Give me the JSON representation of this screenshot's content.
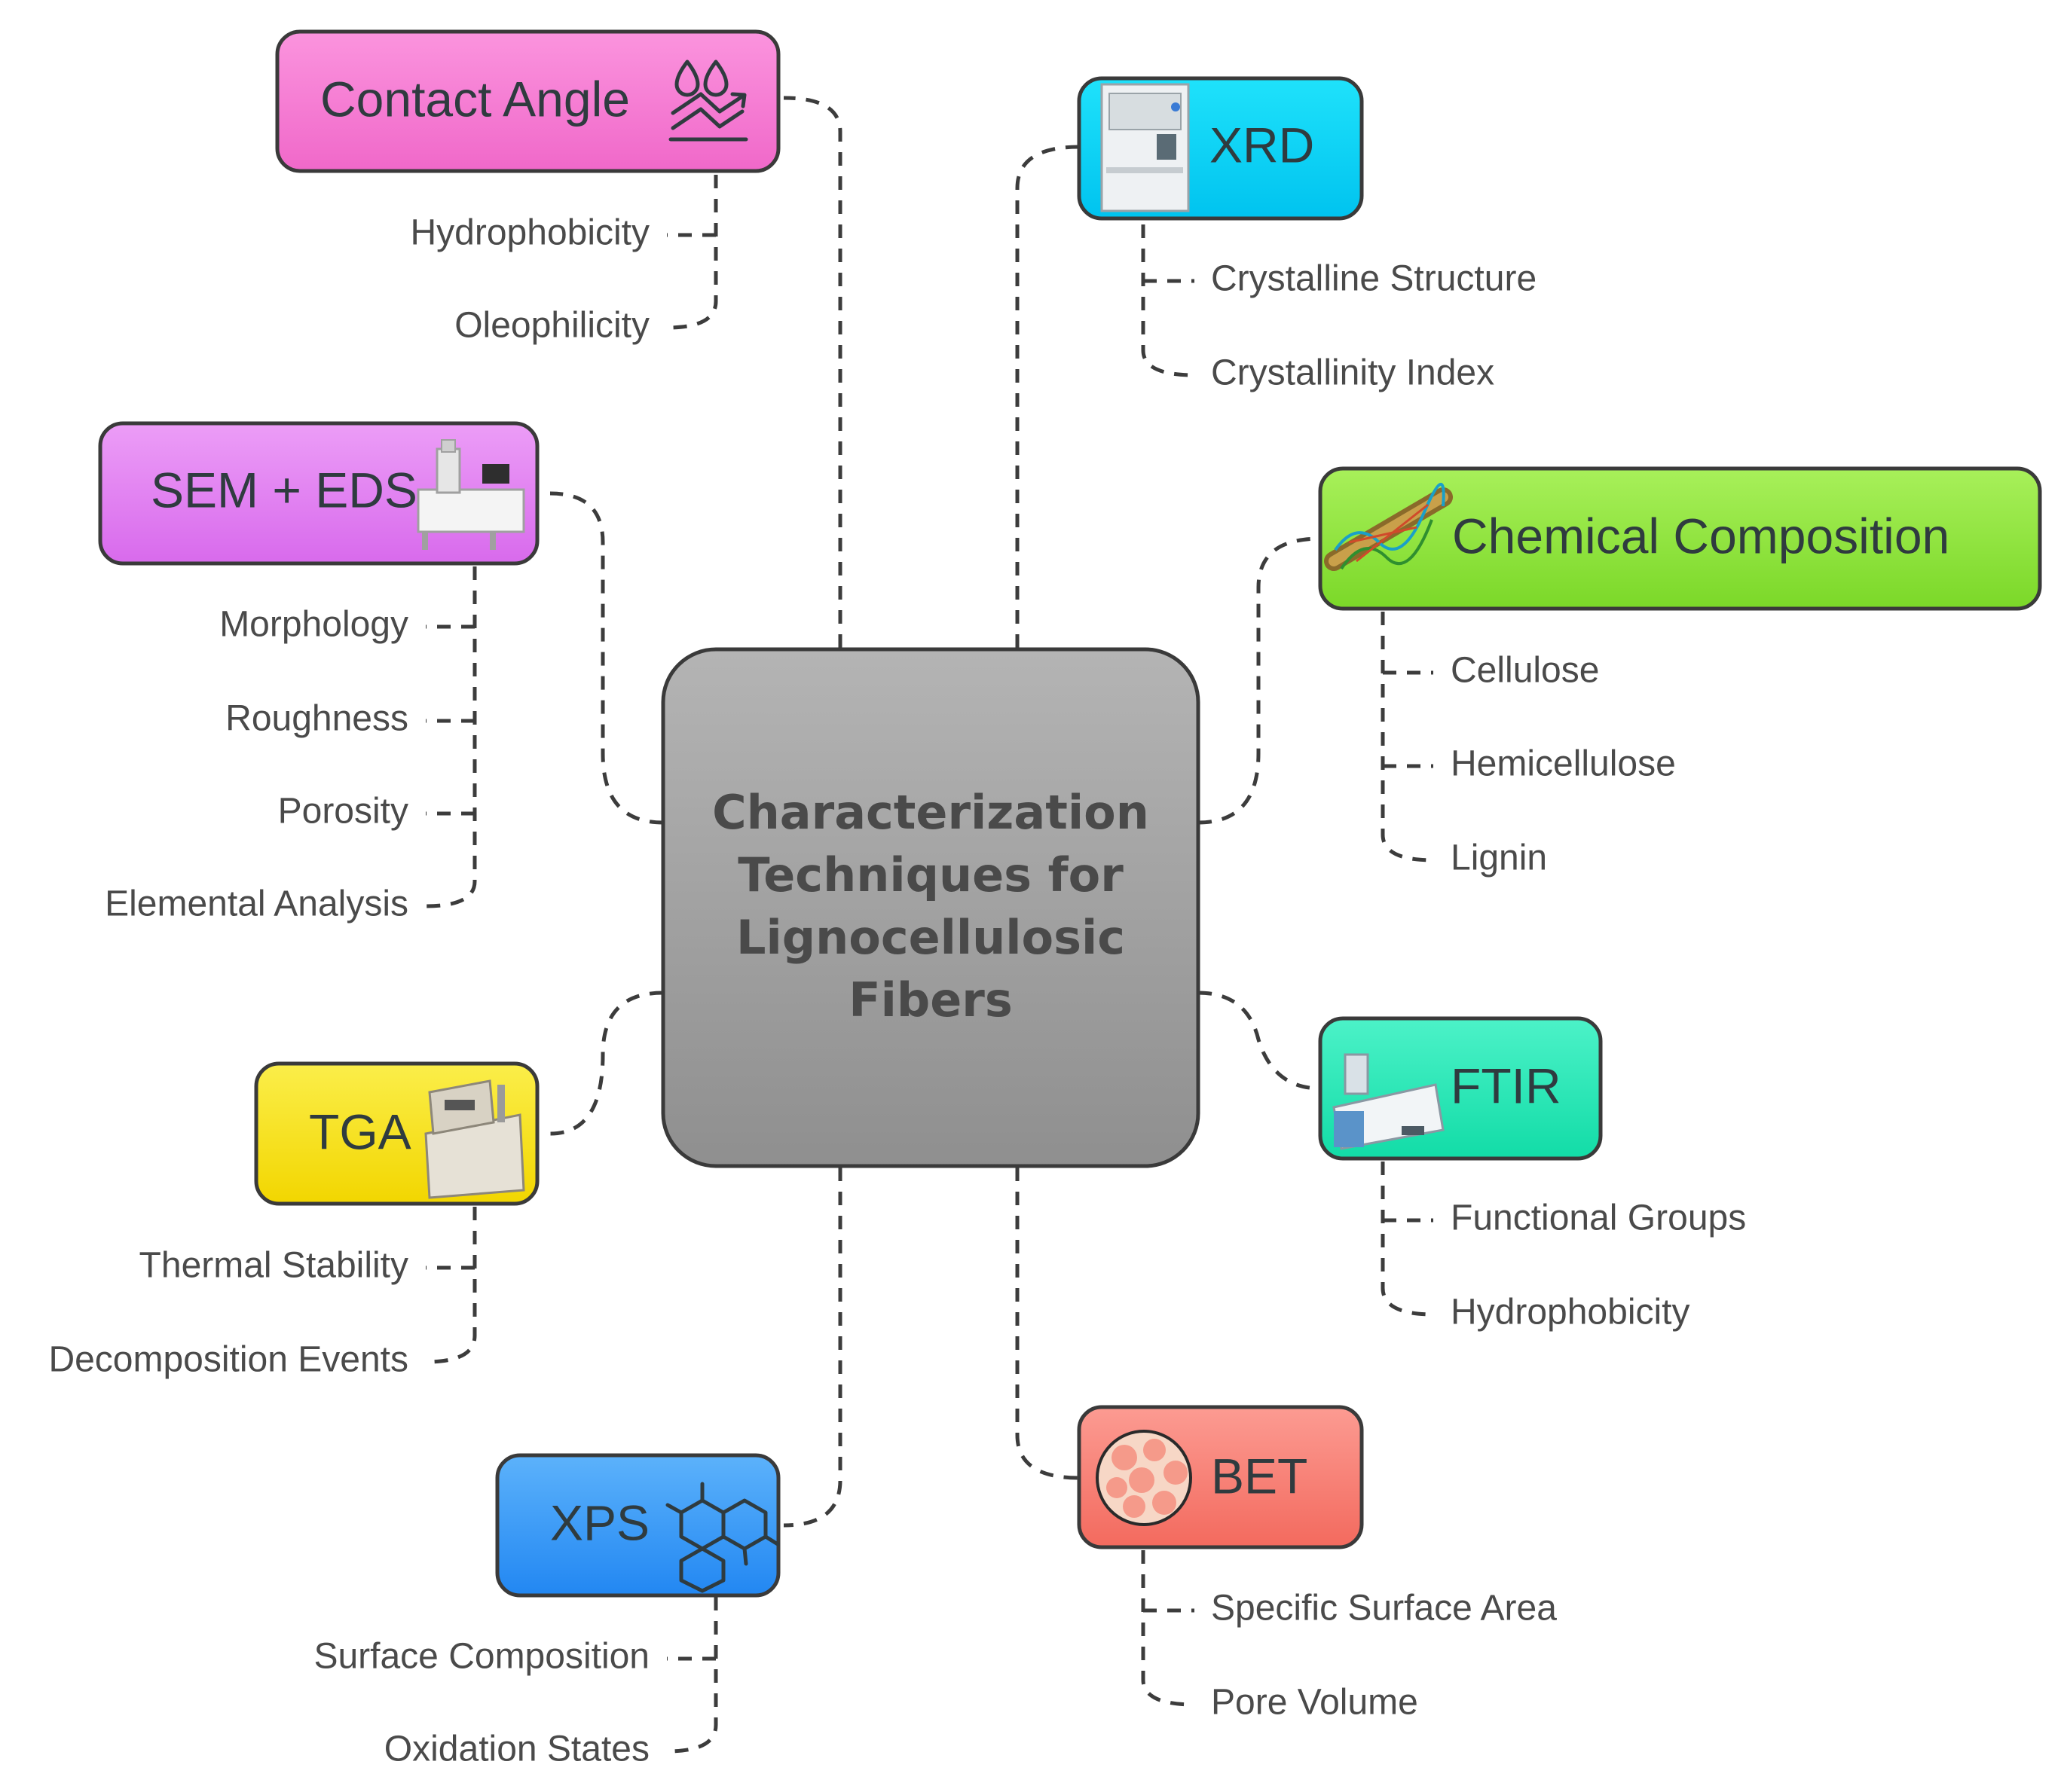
{
  "center": {
    "lines": [
      "Characterization",
      "Techniques for",
      "Lignocellulosic",
      "Fibers"
    ]
  },
  "techniques": {
    "contact_angle": {
      "label": "Contact Angle",
      "icon": "water-drops-icon",
      "color": "#f47ad1",
      "attributes": [
        "Hydrophobicity",
        "Oleophilicity"
      ]
    },
    "xrd": {
      "label": "XRD",
      "icon": "xrd-instrument-icon",
      "color": "#00d4f7",
      "attributes": [
        "Crystalline Structure",
        "Crystallinity Index"
      ]
    },
    "sem_eds": {
      "label": "SEM + EDS",
      "icon": "microscope-icon",
      "color": "#e07df2",
      "attributes": [
        "Morphology",
        "Roughness",
        "Porosity",
        "Elemental Analysis"
      ]
    },
    "chemical_composition": {
      "label": "Chemical Composition",
      "icon": "fiber-icon",
      "color": "#8fe63a",
      "attributes": [
        "Cellulose",
        "Hemicellulose",
        "Lignin"
      ]
    },
    "tga": {
      "label": "TGA",
      "icon": "tga-instrument-icon",
      "color": "#f7e21a",
      "attributes": [
        "Thermal Stability",
        "Decomposition Events"
      ]
    },
    "ftir": {
      "label": "FTIR",
      "icon": "ftir-instrument-icon",
      "color": "#1ee9b6",
      "attributes": [
        "Functional Groups",
        "Hydrophobicity"
      ]
    },
    "xps": {
      "label": "XPS",
      "icon": "molecule-icon",
      "color": "#3a9cf8",
      "attributes": [
        "Surface Composition",
        "Oxidation States"
      ]
    },
    "bet": {
      "label": "BET",
      "icon": "pores-icon",
      "color": "#f97a6e",
      "attributes": [
        "Specific Surface Area",
        "Pore Volume"
      ]
    }
  }
}
